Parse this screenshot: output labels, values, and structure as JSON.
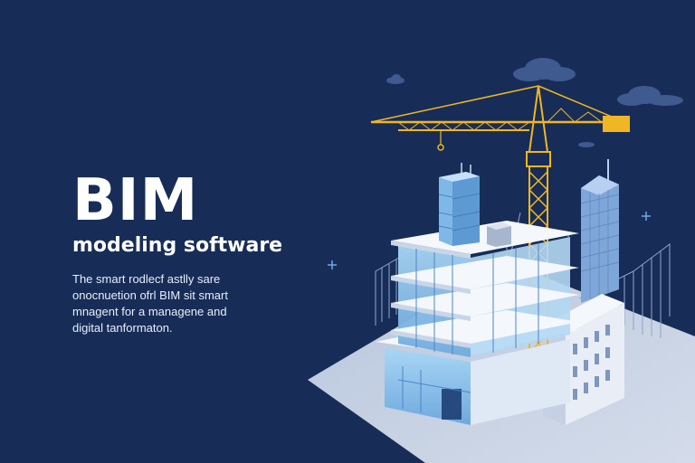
{
  "hero": {
    "title": "BIM",
    "subtitle": "modeling software",
    "body_lines": [
      "The smart rodlecf astlly sare",
      "onocnuetion ofrl BIM sit smart",
      "mnagent for a managene and",
      "digital tanformaton."
    ]
  },
  "illustration": {
    "crane_counterweight_label": "",
    "colors": {
      "background": "#172d57",
      "crane": "#f1b623",
      "glass": "#8fc4ec",
      "ground": "#c4d0e2",
      "clouds": "#3f5a8f",
      "sparkle": "#6fa8e6"
    }
  }
}
